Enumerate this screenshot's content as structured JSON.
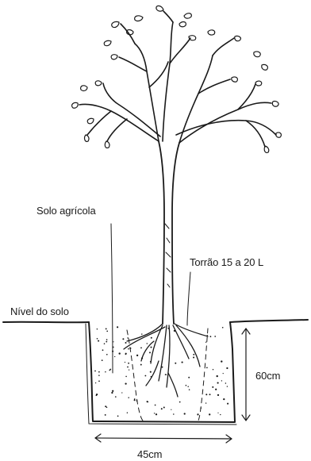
{
  "labels": {
    "solo_agricola": "Solo agrícola",
    "torrao": "Torrão 15 a 20 L",
    "nivel_solo": "Nível do solo",
    "depth": "60cm",
    "width": "45cm"
  },
  "colors": {
    "ink": "#1a1a1a",
    "background": "#ffffff"
  }
}
